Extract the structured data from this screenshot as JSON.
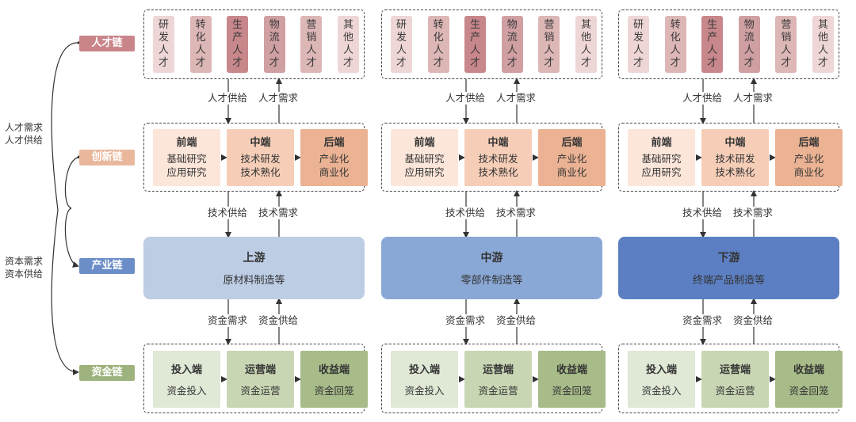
{
  "side": {
    "talent_need": "人才需求",
    "talent_supply": "人才供给",
    "capital_need": "资本需求",
    "capital_supply": "资本供给"
  },
  "chains": {
    "talent": "人才链",
    "innovation": "创新链",
    "industry": "产业链",
    "capital": "资金链"
  },
  "talent_items": [
    [
      "研",
      "发",
      "人",
      "才"
    ],
    [
      "转",
      "化",
      "人",
      "才"
    ],
    [
      "生",
      "产",
      "人",
      "才"
    ],
    [
      "物",
      "流",
      "人",
      "才"
    ],
    [
      "营",
      "销",
      "人",
      "才"
    ],
    [
      "其",
      "他",
      "人",
      "才"
    ]
  ],
  "connectors": {
    "talent_supply": "人才供给",
    "talent_demand": "人才需求",
    "tech_supply": "技术供给",
    "tech_demand": "技术需求",
    "capital_demand": "资金需求",
    "capital_supply": "资金供给"
  },
  "innovation_stages": [
    {
      "title": "前端",
      "lines": [
        "基础研究",
        "应用研究"
      ]
    },
    {
      "title": "中端",
      "lines": [
        "技术研发",
        "技术熟化"
      ]
    },
    {
      "title": "后端",
      "lines": [
        "产业化",
        "商业化"
      ]
    }
  ],
  "industry": [
    {
      "title": "上游",
      "desc": "原材料制造等"
    },
    {
      "title": "中游",
      "desc": "零部件制造等"
    },
    {
      "title": "下游",
      "desc": "终端产品制造等"
    }
  ],
  "capital_stages": [
    {
      "title": "投入端",
      "desc": "资金投入"
    },
    {
      "title": "运营端",
      "desc": "资金运营"
    },
    {
      "title": "收益端",
      "desc": "资金回笼"
    }
  ],
  "colors": {
    "talent_label": "#c9858a",
    "innovation_label": "#e9b89c",
    "industry_label": "#6b8dc8",
    "capital_label": "#9db27c",
    "talent_cards": [
      "#efd6d6",
      "#ddb6b6",
      "#c8878b",
      "#cf9fa2",
      "#ddb6b6",
      "#efd6d6"
    ],
    "innovation_boxes": [
      "#fce6da",
      "#f6ceb8",
      "#ebb394"
    ],
    "industry_boxes": [
      "#bccde4",
      "#8aa8d6",
      "#5b7fc2"
    ],
    "capital_boxes": [
      "#e0e8d6",
      "#c9d6b4",
      "#a8bc8a"
    ]
  }
}
